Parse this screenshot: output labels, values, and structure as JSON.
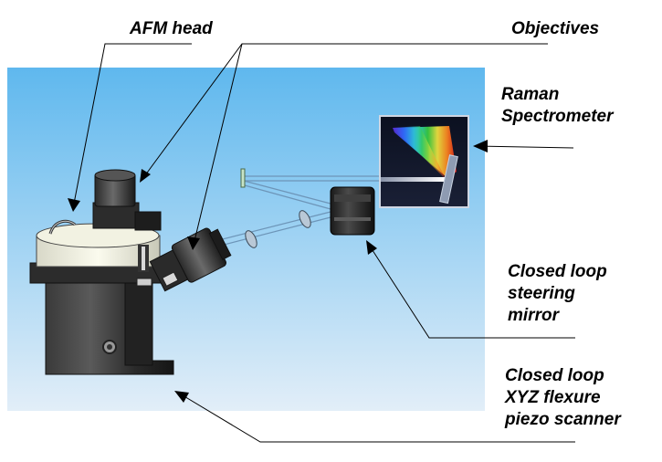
{
  "colors": {
    "background_top": "#5fb8ee",
    "background_bottom": "#e2eef8",
    "leader_line": "#000000",
    "label_text": "#000000"
  },
  "labels": {
    "afm_head": "AFM head",
    "objectives": "Objectives",
    "raman_spectrometer": [
      "Raman",
      "Spectrometer"
    ],
    "steering_mirror": [
      "Closed loop",
      "steering",
      "mirror"
    ],
    "piezo_scanner": [
      "Closed loop",
      "XYZ flexure",
      "piezo scanner"
    ]
  },
  "icons": {
    "scanner_body": "afm-scanner-body-icon",
    "afm_head": "afm-head-icon",
    "top_objective": "objective-lens-icon",
    "side_objective": "objective-lens-icon",
    "steering_mirror": "steering-mirror-icon",
    "spectrometer": "spectrometer-icon"
  }
}
